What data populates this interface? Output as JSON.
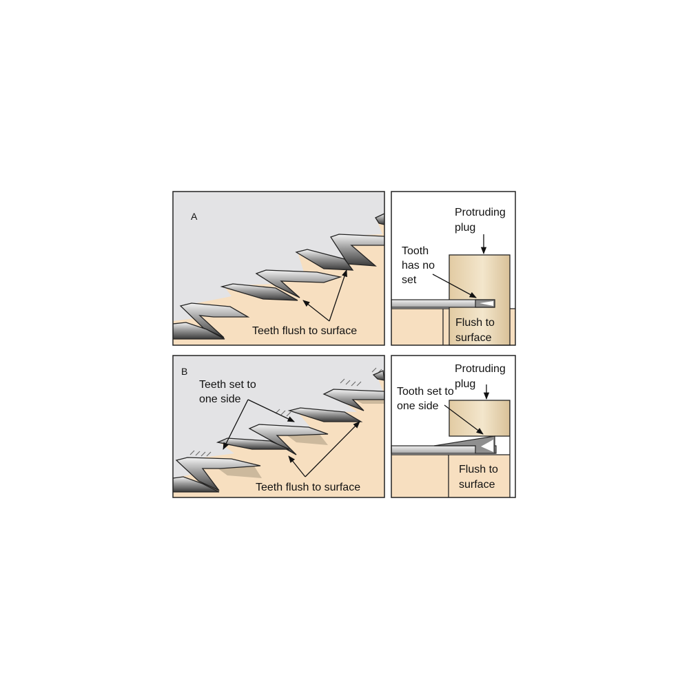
{
  "panel_a": {
    "letter": "A",
    "main_label": "Teeth flush to surface",
    "detail": {
      "plug_label_line1": "Protruding",
      "plug_label_line2": "plug",
      "tooth_label_line1": "Tooth",
      "tooth_label_line2": "has no",
      "tooth_label_line3": "set",
      "flush_label_line1": "Flush to",
      "flush_label_line2": "surface"
    }
  },
  "panel_b": {
    "letter": "B",
    "set_label_line1": "Teeth set to",
    "set_label_line2": "one side",
    "main_label": "Teeth flush to surface",
    "detail": {
      "plug_label_line1": "Protruding",
      "plug_label_line2": "plug",
      "tooth_label_line1": "Tooth set to",
      "tooth_label_line2": "one side",
      "flush_label_line1": "Flush to",
      "flush_label_line2": "surface"
    }
  },
  "colors": {
    "wood": "#f7dfc0",
    "blade": "#e3e3e5",
    "plug": "#e8d3ae",
    "outline": "#222222"
  }
}
